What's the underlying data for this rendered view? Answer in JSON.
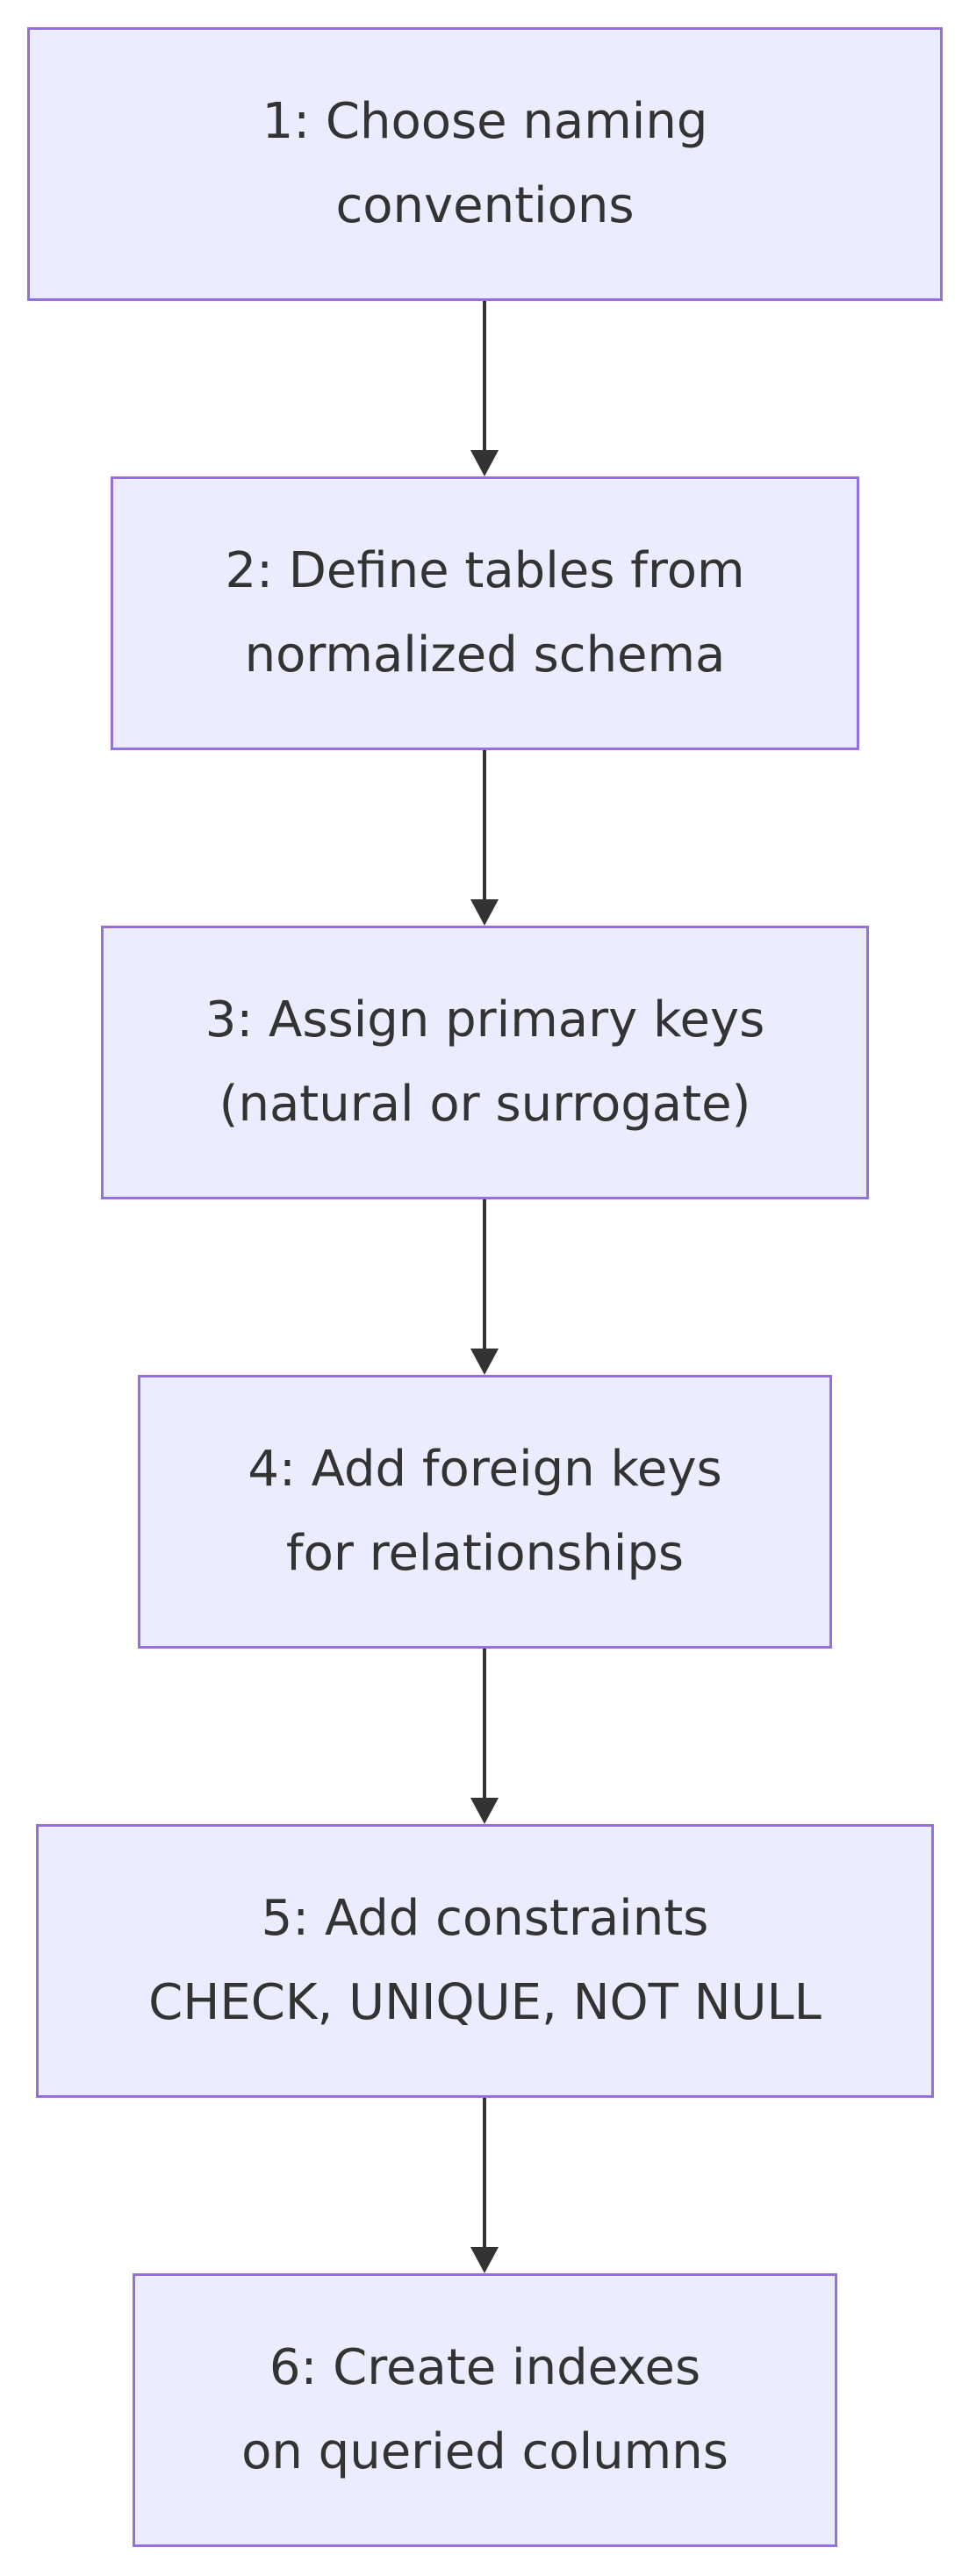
{
  "diagram": {
    "colors": {
      "node_fill": "#ECECFF",
      "node_border": "#9370DB",
      "text": "#333333",
      "edge": "#333333",
      "background": "#FFFFFF"
    },
    "nodes": [
      {
        "id": "1",
        "line1": "1: Choose naming",
        "line2": "conventions"
      },
      {
        "id": "2",
        "line1": "2: Define tables from",
        "line2": "normalized schema"
      },
      {
        "id": "3",
        "line1": "3: Assign primary keys",
        "line2": "(natural or surrogate)"
      },
      {
        "id": "4",
        "line1": "4: Add foreign keys",
        "line2": "for relationships"
      },
      {
        "id": "5",
        "line1": "5: Add constraints",
        "line2": "CHECK, UNIQUE, NOT NULL"
      },
      {
        "id": "6",
        "line1": "6: Create indexes",
        "line2": "on queried columns"
      }
    ],
    "edges": [
      {
        "from": "1",
        "to": "2"
      },
      {
        "from": "2",
        "to": "3"
      },
      {
        "from": "3",
        "to": "4"
      },
      {
        "from": "4",
        "to": "5"
      },
      {
        "from": "5",
        "to": "6"
      }
    ]
  }
}
